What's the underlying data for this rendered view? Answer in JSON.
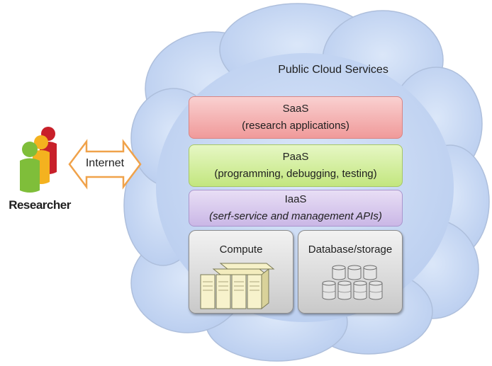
{
  "cloud": {
    "title": "Public Cloud Services"
  },
  "researcher": {
    "label": "Researcher",
    "icon": "people-icon"
  },
  "internet": {
    "label": "Internet",
    "icon": "double-arrow-icon"
  },
  "layers": [
    {
      "name": "SaaS",
      "desc": "(research applications)",
      "color": "#f4b3b3"
    },
    {
      "name": "PaaS",
      "desc": "(programming, debugging, testing)",
      "color": "#d6f0a4"
    },
    {
      "name": "IaaS",
      "desc": "(serf-service and management APIs)",
      "color": "#d7c8ea"
    }
  ],
  "resources": [
    {
      "label": "Compute",
      "icon": "server-rack-icon"
    },
    {
      "label": "Database/storage",
      "icon": "database-icon"
    }
  ]
}
